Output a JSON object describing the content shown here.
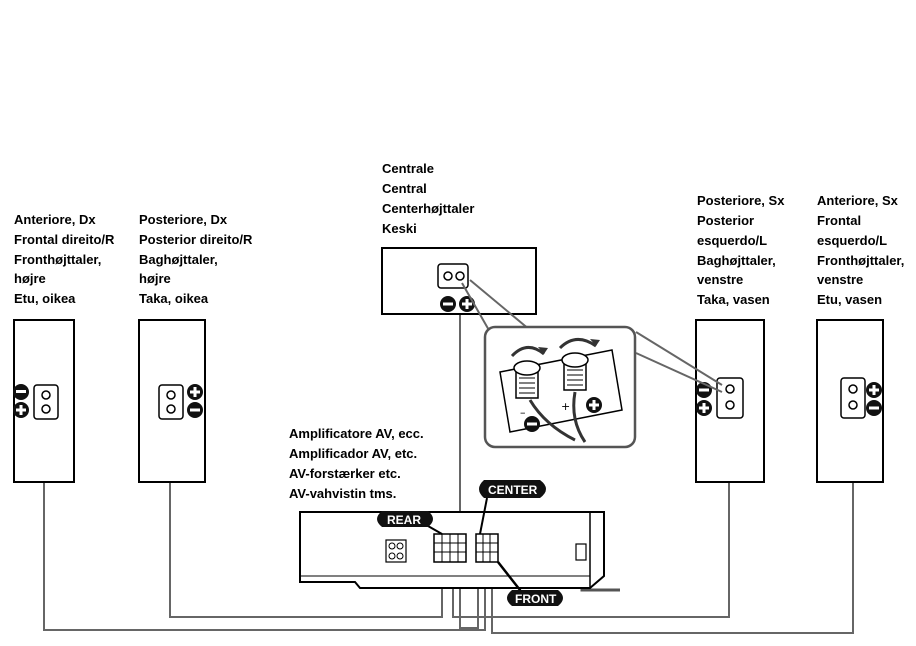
{
  "speakers": {
    "front_right": [
      "Anteriore, Dx",
      "Frontal direito/R",
      "Fronthøjttaler,",
      "højre",
      "Etu, oikea"
    ],
    "rear_right": [
      "Posteriore, Dx",
      "Posterior direito/R",
      "Baghøjttaler,",
      "højre",
      "Taka, oikea"
    ],
    "center": [
      "Centrale",
      "Central",
      "Centerhøjttaler",
      "Keski"
    ],
    "rear_left": [
      "Posteriore, Sx",
      "Posterior",
      "esquerdo/L",
      "Baghøjttaler,",
      "venstre",
      "Taka, vasen"
    ],
    "front_left": [
      "Anteriore, Sx",
      "Frontal",
      "esquerdo/L",
      "Fronthøjttaler,",
      "venstre",
      "Etu, vasen"
    ]
  },
  "amplifier": [
    "Amplificatore AV, ecc.",
    "Amplificador AV, etc.",
    "AV-forstærker etc.",
    "AV-vahvistin tms."
  ],
  "tags": {
    "center": "CENTER",
    "rear": "REAR",
    "front": "FRONT"
  },
  "terminals": {
    "minus": "–",
    "plus": "+"
  }
}
